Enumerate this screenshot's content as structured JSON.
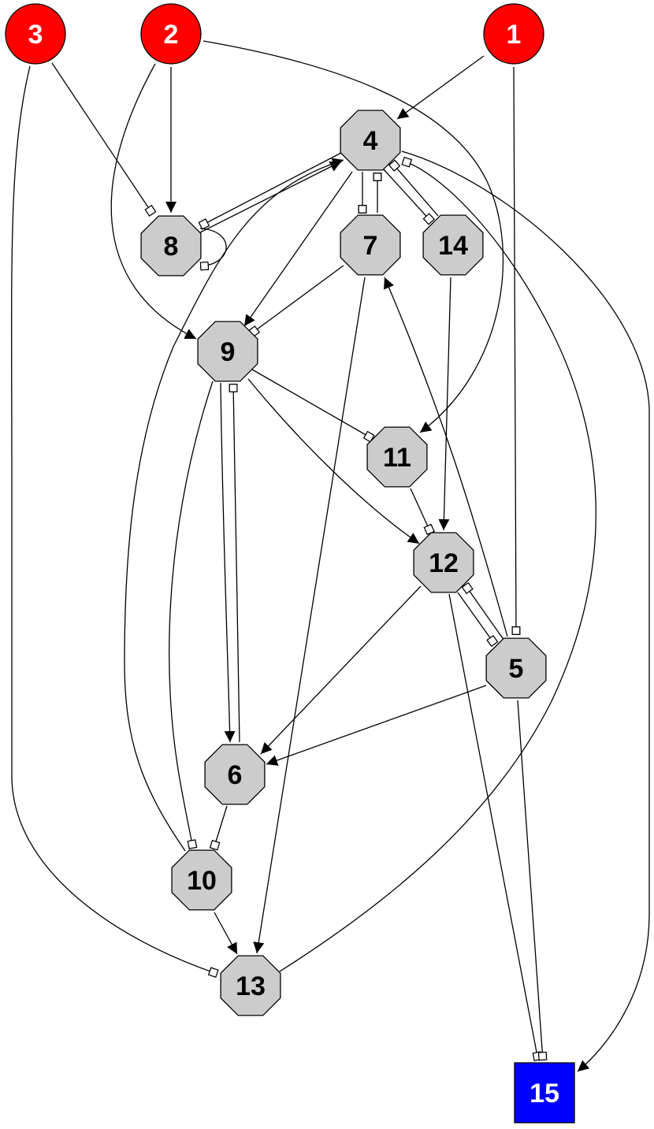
{
  "diagram": {
    "colors": {
      "input_fill": "#ff0000",
      "inner_fill": "#cccccc",
      "output_fill": "#0000ff",
      "stroke": "#000000",
      "input_text": "#ffffff",
      "inner_text": "#000000",
      "output_text": "#ffffff"
    },
    "nodes": [
      {
        "id": "1",
        "label": "1",
        "kind": "input"
      },
      {
        "id": "2",
        "label": "2",
        "kind": "input"
      },
      {
        "id": "3",
        "label": "3",
        "kind": "input"
      },
      {
        "id": "4",
        "label": "4",
        "kind": "inner"
      },
      {
        "id": "5",
        "label": "5",
        "kind": "inner"
      },
      {
        "id": "6",
        "label": "6",
        "kind": "inner"
      },
      {
        "id": "7",
        "label": "7",
        "kind": "inner"
      },
      {
        "id": "8",
        "label": "8",
        "kind": "inner"
      },
      {
        "id": "9",
        "label": "9",
        "kind": "inner"
      },
      {
        "id": "10",
        "label": "10",
        "kind": "inner"
      },
      {
        "id": "11",
        "label": "11",
        "kind": "inner"
      },
      {
        "id": "12",
        "label": "12",
        "kind": "inner"
      },
      {
        "id": "13",
        "label": "13",
        "kind": "inner"
      },
      {
        "id": "14",
        "label": "14",
        "kind": "inner"
      },
      {
        "id": "15",
        "label": "15",
        "kind": "output"
      }
    ],
    "edges": [
      {
        "from": "1",
        "to": "4",
        "head": "arrow"
      },
      {
        "from": "1",
        "to": "5",
        "head": "box"
      },
      {
        "from": "2",
        "to": "8",
        "head": "arrow"
      },
      {
        "from": "2",
        "to": "9",
        "head": "arrow"
      },
      {
        "from": "2",
        "to": "11",
        "head": "arrow"
      },
      {
        "from": "3",
        "to": "8",
        "head": "box"
      },
      {
        "from": "3",
        "to": "13",
        "head": "box"
      },
      {
        "from": "4",
        "to": "8",
        "head": "box"
      },
      {
        "from": "8",
        "to": "4",
        "head": "arrow"
      },
      {
        "from": "8",
        "to": "8",
        "head": "box"
      },
      {
        "from": "4",
        "to": "7",
        "head": "box"
      },
      {
        "from": "7",
        "to": "4",
        "head": "box"
      },
      {
        "from": "4",
        "to": "14",
        "head": "box"
      },
      {
        "from": "14",
        "to": "4",
        "head": "box"
      },
      {
        "from": "4",
        "to": "9",
        "head": "arrow"
      },
      {
        "from": "4",
        "to": "15",
        "head": "arrow"
      },
      {
        "from": "7",
        "to": "9",
        "head": "box"
      },
      {
        "from": "7",
        "to": "13",
        "head": "arrow"
      },
      {
        "from": "14",
        "to": "12",
        "head": "arrow"
      },
      {
        "from": "9",
        "to": "11",
        "head": "box"
      },
      {
        "from": "9",
        "to": "12",
        "head": "arrow"
      },
      {
        "from": "9",
        "to": "6",
        "head": "arrow"
      },
      {
        "from": "6",
        "to": "9",
        "head": "box"
      },
      {
        "from": "9",
        "to": "10",
        "head": "box"
      },
      {
        "from": "11",
        "to": "12",
        "head": "box"
      },
      {
        "from": "12",
        "to": "5",
        "head": "box"
      },
      {
        "from": "5",
        "to": "12",
        "head": "box"
      },
      {
        "from": "12",
        "to": "6",
        "head": "arrow"
      },
      {
        "from": "12",
        "to": "15",
        "head": "box"
      },
      {
        "from": "5",
        "to": "7",
        "head": "arrow"
      },
      {
        "from": "5",
        "to": "6",
        "head": "arrow"
      },
      {
        "from": "5",
        "to": "15",
        "head": "box"
      },
      {
        "from": "6",
        "to": "10",
        "head": "box"
      },
      {
        "from": "10",
        "to": "4",
        "head": "arrow"
      },
      {
        "from": "10",
        "to": "13",
        "head": "arrow"
      },
      {
        "from": "13",
        "to": "4",
        "head": "box"
      }
    ]
  }
}
